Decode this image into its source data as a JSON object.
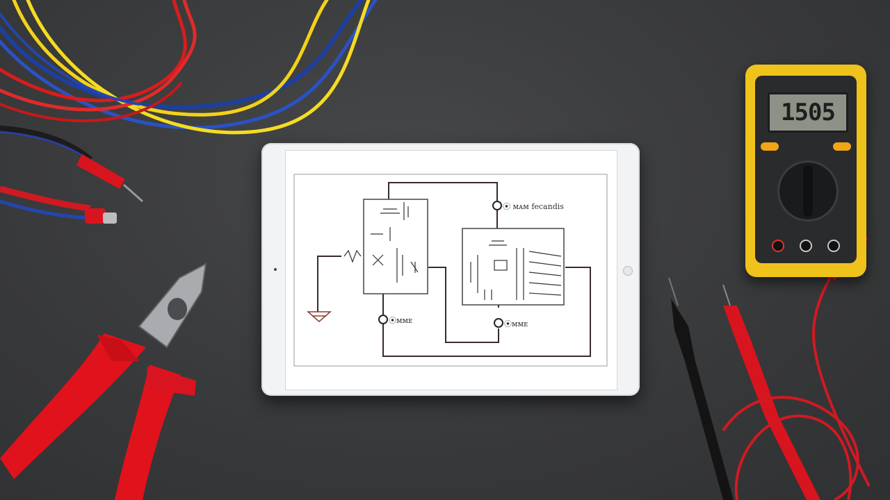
{
  "scene": {
    "background_color": "#3a3b3d",
    "objects": [
      "wire-bundle",
      "test-leads",
      "pliers",
      "tablet",
      "multimeter",
      "probes"
    ]
  },
  "tablet": {
    "schematic_labels": {
      "top_right": "⦿ ᴍᴀᴍ fecandis",
      "bottom_left": "⦿ᴍᴍᴇ",
      "bottom_right": "⦿ᴍᴍᴇ"
    }
  },
  "multimeter": {
    "display": "1505",
    "body_color": "#f0c21c"
  }
}
